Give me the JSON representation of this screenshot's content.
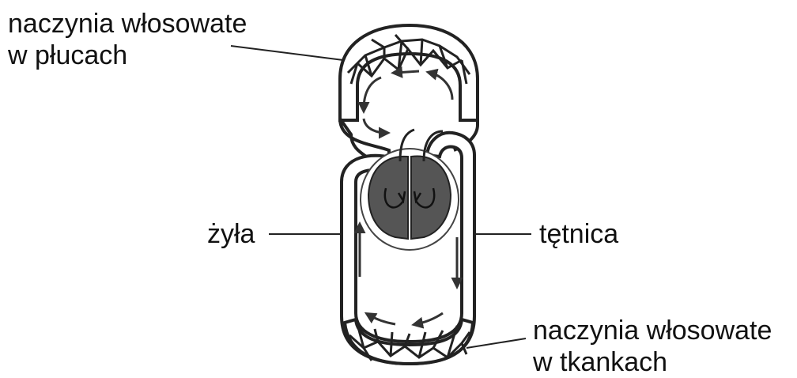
{
  "labels": {
    "lung_capillaries": {
      "line1": "naczynia włosowate",
      "line2": "w płucach"
    },
    "vein": "żyła",
    "artery": "tętnica",
    "tissue_capillaries": {
      "line1": "naczynia włosowate",
      "line2": "w tkankach"
    }
  },
  "colors": {
    "stroke": "#333333",
    "heart_fill": "#555555",
    "text": "#111111"
  }
}
